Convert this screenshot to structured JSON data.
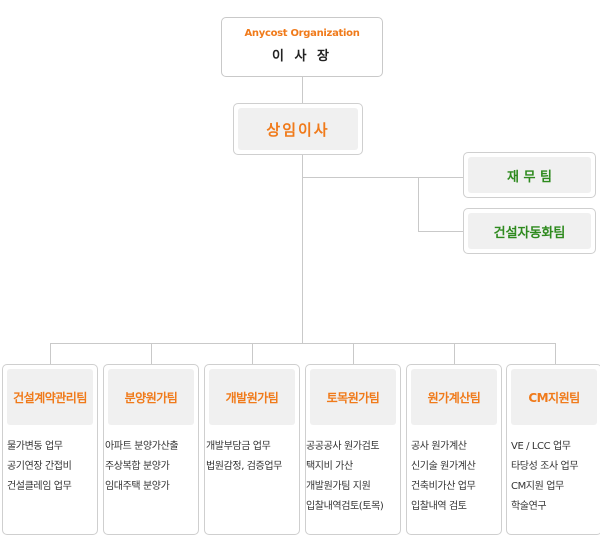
{
  "chairman": {
    "org_name": "Anycost Organization",
    "title": "이 사 장"
  },
  "vice": {
    "title": "상임이사"
  },
  "side_units": [
    {
      "label": "재 무 팀"
    },
    {
      "label": "건설자동화팀"
    }
  ],
  "teams": [
    {
      "name": "건설계약관리팀",
      "duties": [
        "물가변동 업무",
        "공기연장 간접비",
        "건설클레임 업무"
      ]
    },
    {
      "name": "분양원가팀",
      "duties": [
        "아파트 분양가산출",
        "주상복합 분양가",
        "임대주택 분양가"
      ]
    },
    {
      "name": "개발원가팀",
      "duties": [
        "개발부담금 업무",
        "법원감정, 검증업무"
      ]
    },
    {
      "name": "토목원가팀",
      "duties": [
        "공공공사 원가검토",
        "택지비 가산",
        "개발원가팀 지원",
        "입찰내역검토(토목)"
      ]
    },
    {
      "name": "원가계산팀",
      "duties": [
        "공사 원가계산",
        "신기술 원가계산",
        "건축비가산 업무",
        "입찰내역 검토"
      ]
    },
    {
      "name": "CM지원팀",
      "duties": [
        "VE / LCC 업무",
        "타당성 조사 업무",
        "CM지원 업무",
        "학술연구"
      ]
    }
  ],
  "colors": {
    "team_title": "#f07a1a",
    "side_title": "#2e8a1e",
    "line": "#c9c9c9",
    "box_fill": "#f0f0f0"
  }
}
